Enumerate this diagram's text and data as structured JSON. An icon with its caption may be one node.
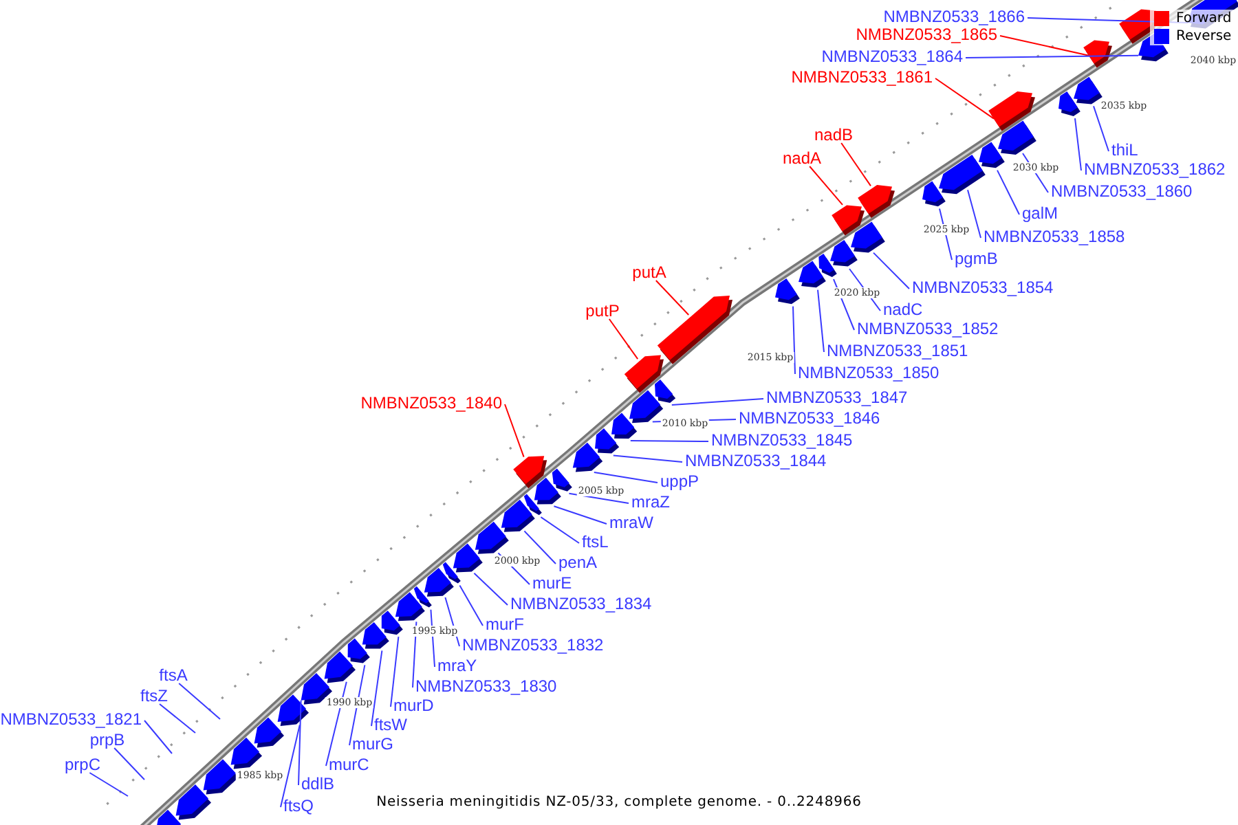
{
  "diagram": {
    "caption": "Neisseria meningitidis NZ-05/33, complete genome. - 0..2248966",
    "nodes": [
      {
        "text": [
          "NMBNZ0533_1866"
        ]
      },
      {
        "text": [
          "NMBNZ0533_1865"
        ]
      },
      {
        "text": [
          "NMBNZ0533_1864"
        ]
      },
      {
        "text": [
          "NMBNZ0533_1861"
        ]
      },
      {
        "text": [
          "nadB"
        ]
      },
      {
        "text": [
          "thiL"
        ]
      },
      {
        "text": [
          "nadA"
        ]
      },
      {
        "text": [
          "NMBNZ0533_1862"
        ]
      },
      {
        "text": [
          "NMBNZ0533_1860"
        ]
      },
      {
        "text": [
          "galM"
        ]
      },
      {
        "text": [
          "NMBNZ0533_1858"
        ]
      },
      {
        "text": [
          "pgmB"
        ]
      },
      {
        "text": [
          "putA"
        ]
      },
      {
        "text": [
          "NMBNZ0533_1854"
        ]
      },
      {
        "text": [
          "nadC"
        ]
      },
      {
        "text": [
          "putP"
        ]
      },
      {
        "text": [
          "NMBNZ0533_1852"
        ]
      },
      {
        "text": [
          "NMBNZ0533_1851"
        ]
      },
      {
        "text": [
          "NMBNZ0533_1850"
        ]
      },
      {
        "text": [
          "NMBNZ0533_1847"
        ]
      },
      {
        "text": [
          "NMBNZ0533_1840"
        ]
      },
      {
        "text": [
          "NMBNZ0533_1846"
        ]
      },
      {
        "text": [
          "NMBNZ0533_1845"
        ]
      },
      {
        "text": [
          "NMBNZ0533_1844"
        ]
      },
      {
        "text": [
          "uppP"
        ]
      },
      {
        "text": [
          "mraZ"
        ]
      },
      {
        "text": [
          "mraW"
        ]
      },
      {
        "text": [
          "ftsL"
        ]
      },
      {
        "text": [
          "penA"
        ]
      },
      {
        "text": [
          "murE"
        ]
      },
      {
        "text": [
          "NMBNZ0533_1834"
        ]
      },
      {
        "text": [
          "murF"
        ]
      },
      {
        "text": [
          "NMBNZ0533_1832"
        ]
      },
      {
        "text": [
          "mraY"
        ]
      },
      {
        "text": [
          "NMBNZ0533_1830"
        ]
      },
      {
        "text": [
          "ftsA"
        ]
      },
      {
        "text": [
          "ftsZ"
        ]
      },
      {
        "text": [
          "murD"
        ]
      },
      {
        "text": [
          "NMBNZ0533_1821"
        ]
      },
      {
        "text": [
          "ftsW"
        ]
      },
      {
        "text": [
          "prpB"
        ]
      },
      {
        "text": [
          "murG"
        ]
      },
      {
        "text": [
          "prpC"
        ]
      },
      {
        "text": [
          "murC"
        ]
      },
      {
        "text": [
          "ddlB"
        ]
      },
      {
        "text": [
          "ftsQ"
        ]
      },
      {
        "text": [],
        "shape": "arrow"
      },
      {
        "text": [],
        "shape": "arrow"
      },
      {
        "text": [],
        "shape": "arrow"
      },
      {
        "text": [],
        "shape": "arrow"
      },
      {
        "text": [],
        "shape": "arrow"
      },
      {
        "text": [],
        "shape": "arrow"
      },
      {
        "text": [],
        "shape": "arrow"
      },
      {
        "text": [],
        "shape": "arrow"
      },
      {
        "text": [],
        "shape": "arrow"
      },
      {
        "text": [],
        "shape": "arrow"
      },
      {
        "text": [],
        "shape": "arrow"
      },
      {
        "text": [],
        "shape": "arrow"
      },
      {
        "text": [],
        "shape": "arrow"
      },
      {
        "text": [],
        "shape": "arrow"
      },
      {
        "text": [],
        "shape": "arrow"
      },
      {
        "text": [],
        "shape": "arrow"
      },
      {
        "text": [],
        "shape": "arrow"
      },
      {
        "text": [],
        "shape": "arrow"
      },
      {
        "text": [],
        "shape": "arrow"
      },
      {
        "text": [],
        "shape": "arrow"
      },
      {
        "text": [],
        "shape": "arrow"
      },
      {
        "text": [],
        "shape": "arrow"
      },
      {
        "text": [],
        "shape": "arrow"
      },
      {
        "text": [],
        "shape": "arrow"
      },
      {
        "text": [],
        "shape": "arrow"
      },
      {
        "text": [],
        "shape": "arrow"
      },
      {
        "text": [],
        "shape": "arrow"
      },
      {
        "text": [],
        "shape": "arrow"
      },
      {
        "text": [],
        "shape": "arrow"
      },
      {
        "text": [],
        "shape": "arrow"
      },
      {
        "text": [],
        "shape": "arrow"
      },
      {
        "text": [],
        "shape": "arrow"
      },
      {
        "text": [],
        "shape": "arrow"
      },
      {
        "text": [],
        "shape": "arrow"
      },
      {
        "text": [],
        "shape": "arrow"
      },
      {
        "text": [],
        "shape": "arrow"
      },
      {
        "text": [],
        "shape": "arrow"
      },
      {
        "text": [],
        "shape": "arrow"
      },
      {
        "text": [],
        "shape": "arrow"
      },
      {
        "text": [],
        "shape": "arrow"
      },
      {
        "text": [],
        "shape": "arrow"
      },
      {
        "text": [],
        "shape": "arrow"
      },
      {
        "text": [],
        "shape": "arrow"
      },
      {
        "text": [],
        "shape": "arrow"
      },
      {
        "text": [],
        "shape": "arrow"
      },
      {
        "text": [],
        "shape": "arrow"
      },
      {
        "text": [],
        "shape": "arrow"
      }
    ],
    "edges": [
      {
        "from": 0,
        "to": 92,
        "arrow": "none"
      },
      {
        "from": 1,
        "to": 89,
        "arrow": "none",
        "color": "#ff0000"
      },
      {
        "from": 2,
        "to": 90,
        "arrow": "none"
      },
      {
        "from": 3,
        "to": 86,
        "arrow": "none",
        "color": "#ff0000"
      },
      {
        "from": 4,
        "to": 81,
        "arrow": "none",
        "color": "#ff0000"
      },
      {
        "from": 5,
        "to": 88,
        "arrow": "none"
      },
      {
        "from": 6,
        "to": 80,
        "arrow": "none",
        "color": "#ff0000"
      },
      {
        "from": 7,
        "to": 87,
        "arrow": "none"
      },
      {
        "from": 8,
        "to": 85,
        "arrow": "none"
      },
      {
        "from": 9,
        "to": 84,
        "arrow": "none"
      },
      {
        "from": 10,
        "to": 83,
        "arrow": "none"
      },
      {
        "from": 11,
        "to": 82,
        "arrow": "none"
      },
      {
        "from": 12,
        "to": 74,
        "arrow": "none",
        "color": "#ff0000"
      },
      {
        "from": 13,
        "to": 79,
        "arrow": "none"
      },
      {
        "from": 14,
        "to": 78,
        "arrow": "none"
      },
      {
        "from": 15,
        "to": 72,
        "arrow": "none",
        "color": "#ff0000"
      },
      {
        "from": 16,
        "to": 77,
        "arrow": "none"
      },
      {
        "from": 17,
        "to": 76,
        "arrow": "none"
      },
      {
        "from": 18,
        "to": 75,
        "arrow": "none"
      },
      {
        "from": 19,
        "to": 73,
        "arrow": "none"
      },
      {
        "from": 20,
        "to": 66,
        "arrow": "none",
        "color": "#ff0000"
      },
      {
        "from": 21,
        "to": 71,
        "arrow": "none"
      },
      {
        "from": 22,
        "to": 70,
        "arrow": "none"
      },
      {
        "from": 23,
        "to": 69,
        "arrow": "none"
      },
      {
        "from": 24,
        "to": 68,
        "arrow": "none"
      },
      {
        "from": 25,
        "to": 67,
        "arrow": "none"
      },
      {
        "from": 26,
        "to": 65,
        "arrow": "none"
      },
      {
        "from": 27,
        "to": 64,
        "arrow": "none"
      },
      {
        "from": 28,
        "to": 63,
        "arrow": "none"
      },
      {
        "from": 29,
        "to": 62,
        "arrow": "none"
      },
      {
        "from": 30,
        "to": 61,
        "arrow": "none"
      },
      {
        "from": 31,
        "to": 60,
        "arrow": "none"
      },
      {
        "from": 32,
        "to": 59,
        "arrow": "none"
      },
      {
        "from": 33,
        "to": 58,
        "arrow": "none"
      },
      {
        "from": 34,
        "to": 57,
        "arrow": "none"
      },
      {
        "from": 35,
        "to": null,
        "arrow": "none"
      },
      {
        "from": 36,
        "to": null,
        "arrow": "none"
      },
      {
        "from": 37,
        "to": 56,
        "arrow": "none"
      },
      {
        "from": 38,
        "to": null,
        "arrow": "none"
      },
      {
        "from": 39,
        "to": 55,
        "arrow": "none"
      },
      {
        "from": 40,
        "to": null,
        "arrow": "none"
      },
      {
        "from": 41,
        "to": 54,
        "arrow": "none"
      },
      {
        "from": 42,
        "to": null,
        "arrow": "none"
      },
      {
        "from": 43,
        "to": 53,
        "arrow": "none"
      },
      {
        "from": 44,
        "to": 52,
        "arrow": "none"
      },
      {
        "from": 45,
        "to": 51,
        "arrow": "none"
      }
    ],
    "labels": [
      "2040 kbp",
      "2035 kbp",
      "2030 kbp",
      "2025 kbp",
      "2020 kbp",
      "2015 kbp",
      "2010 kbp",
      "2005 kbp",
      "2000 kbp",
      "1995 kbp",
      "1990 kbp",
      "1985 kbp"
    ],
    "legend": [
      {
        "text": "Forward",
        "color": "#ff0000"
      },
      {
        "text": "Reverse",
        "color": "#0000ff"
      }
    ]
  }
}
